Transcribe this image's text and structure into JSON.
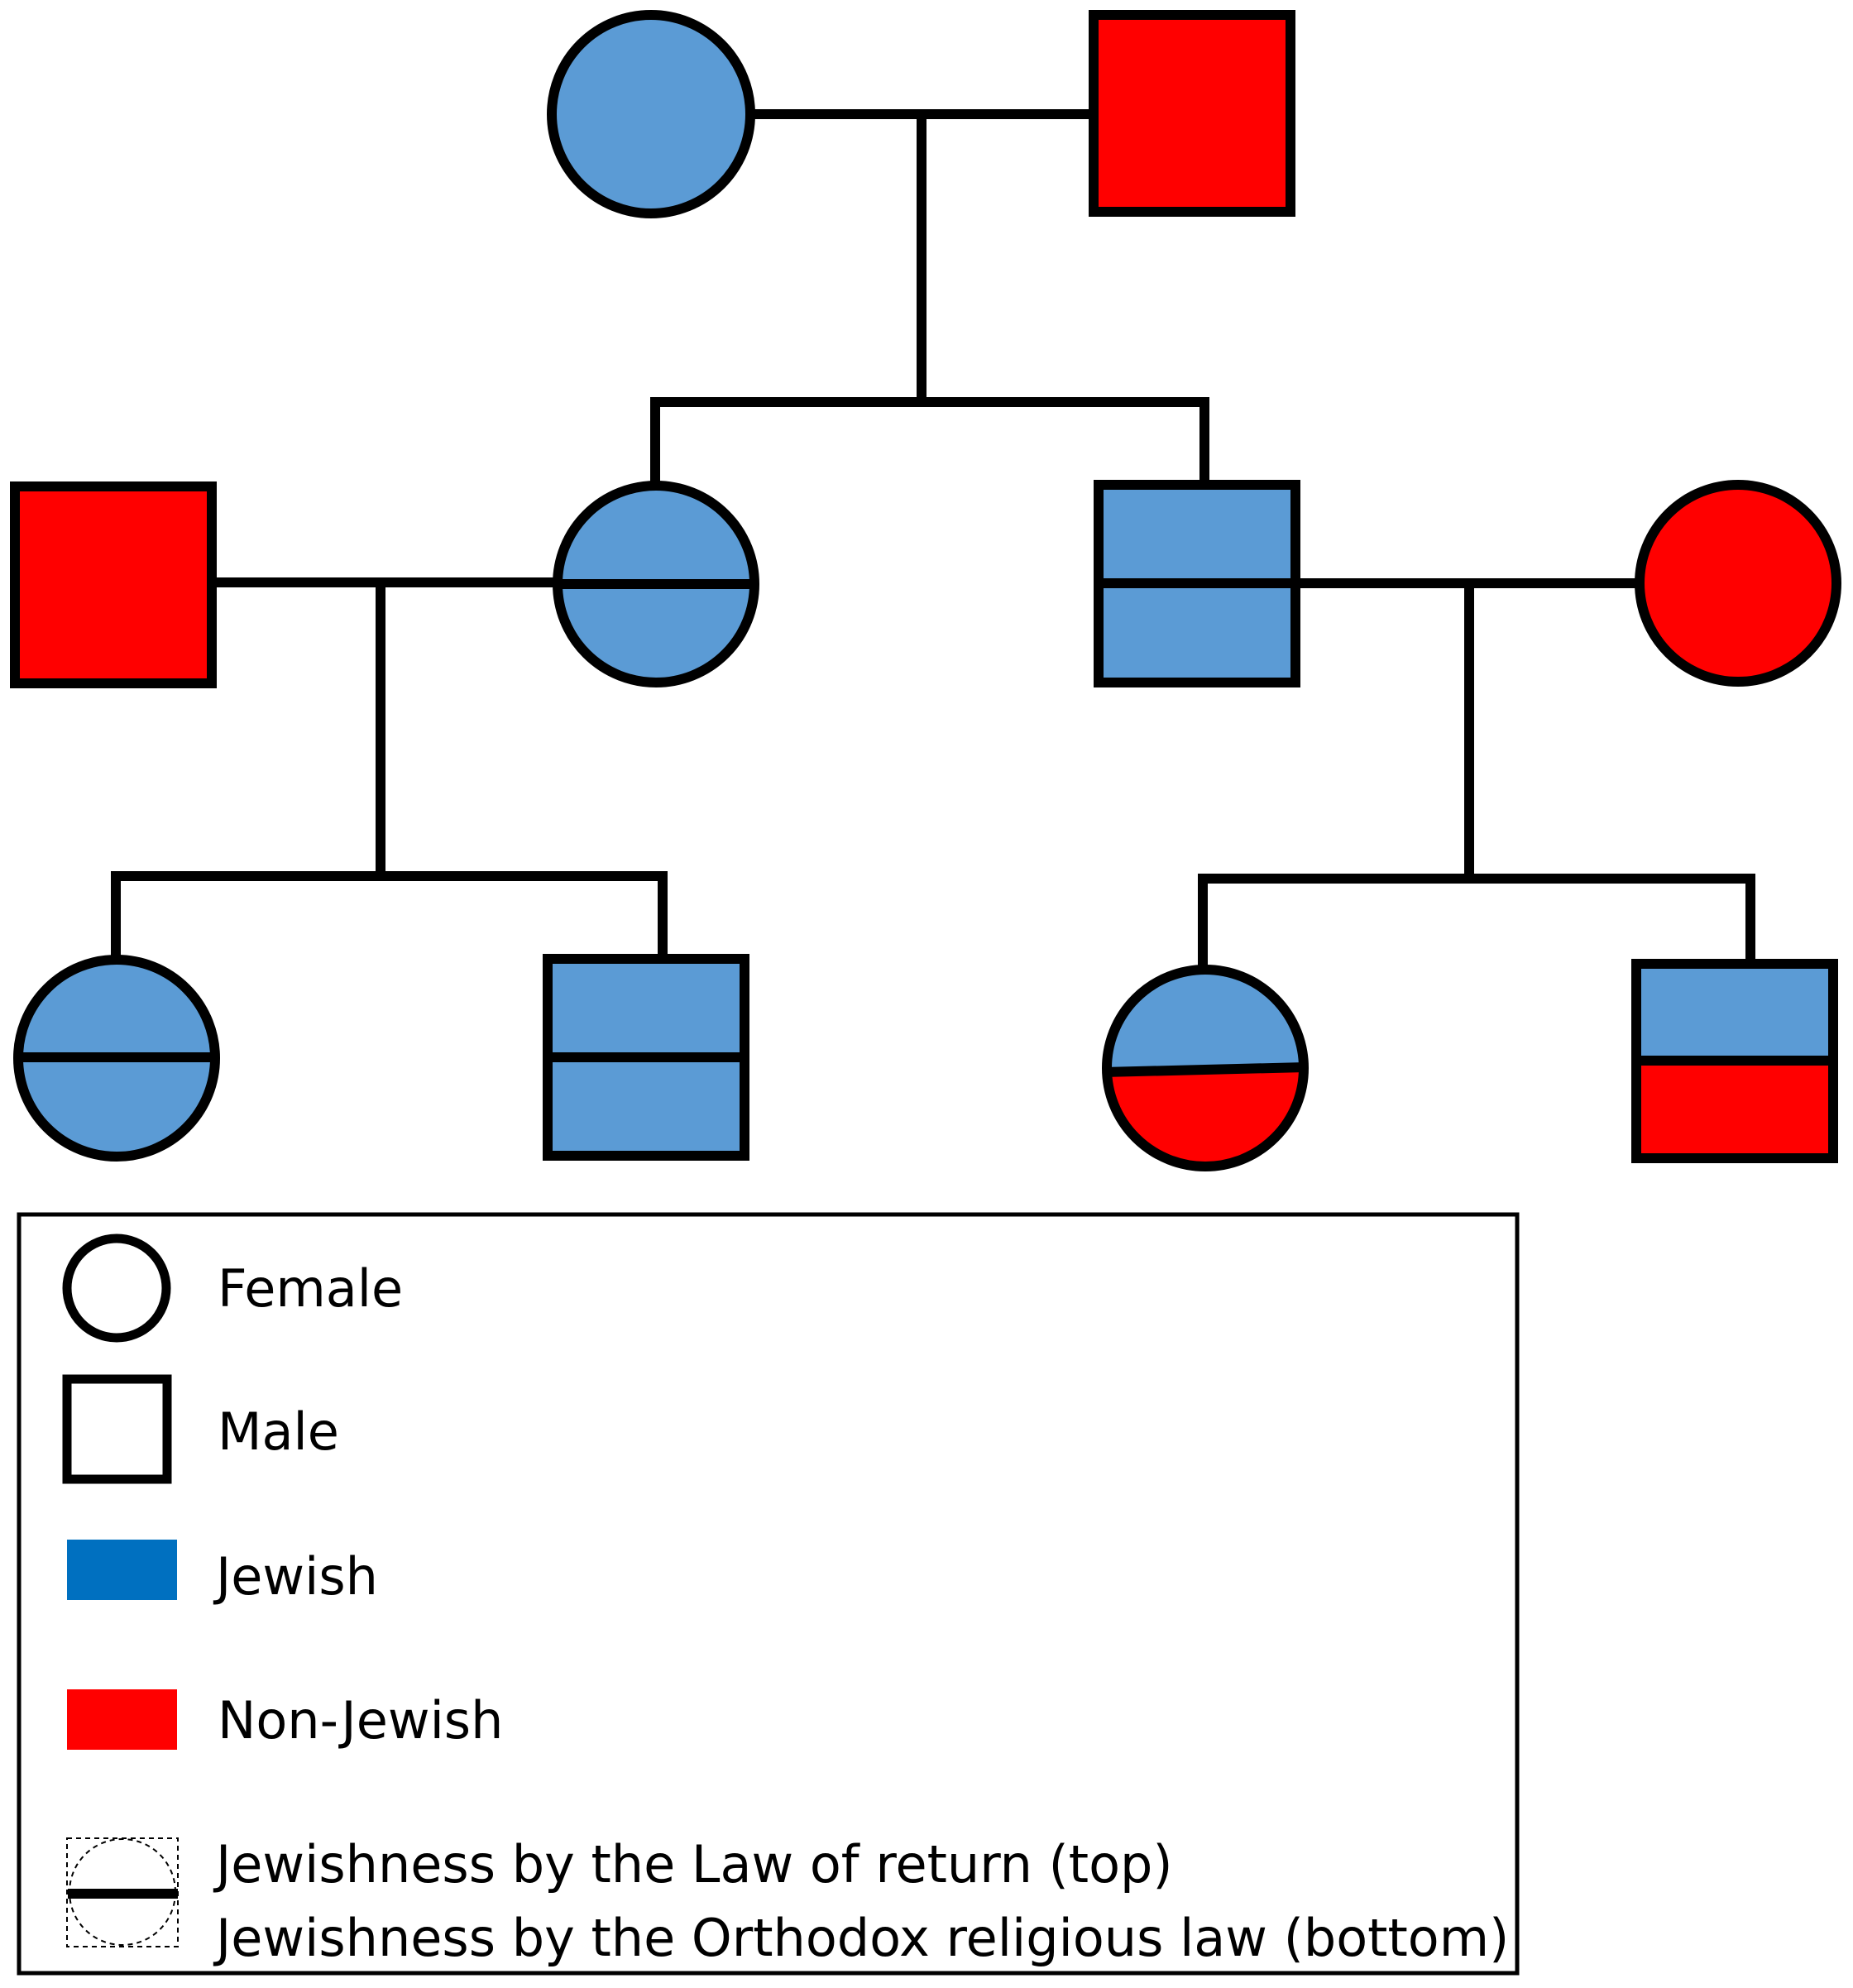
{
  "colors": {
    "jewish_fill": "#5b9bd5",
    "non_jewish_fill": "#ff0000",
    "legend_jewish_swatch": "#0070c0",
    "legend_non_jewish_swatch": "#ff0000",
    "stroke": "#000000"
  },
  "individuals": [
    {
      "id": "gen1-grandmother",
      "sex": "female",
      "generation": 1,
      "status": "Jewish",
      "split": false
    },
    {
      "id": "gen1-grandfather",
      "sex": "male",
      "generation": 1,
      "status": "Non-Jewish",
      "split": false
    },
    {
      "id": "gen2-daughter",
      "sex": "female",
      "generation": 2,
      "status": "Jewish",
      "split": true,
      "top": "Jewish",
      "bottom": "Jewish"
    },
    {
      "id": "gen2-daughter-spouse",
      "sex": "male",
      "generation": 2,
      "status": "Non-Jewish",
      "split": false
    },
    {
      "id": "gen2-son",
      "sex": "male",
      "generation": 2,
      "status": "Jewish",
      "split": true,
      "top": "Jewish",
      "bottom": "Jewish"
    },
    {
      "id": "gen2-son-spouse",
      "sex": "female",
      "generation": 2,
      "status": "Non-Jewish",
      "split": false
    },
    {
      "id": "gen3-daughter-of-daughter",
      "sex": "female",
      "generation": 3,
      "status": "Jewish",
      "split": true,
      "top": "Jewish",
      "bottom": "Jewish"
    },
    {
      "id": "gen3-son-of-daughter",
      "sex": "male",
      "generation": 3,
      "status": "Jewish",
      "split": true,
      "top": "Jewish",
      "bottom": "Jewish"
    },
    {
      "id": "gen3-daughter-of-son",
      "sex": "female",
      "generation": 3,
      "status": "Mixed",
      "split": true,
      "top": "Jewish",
      "bottom": "Non-Jewish"
    },
    {
      "id": "gen3-son-of-son",
      "sex": "male",
      "generation": 3,
      "status": "Mixed",
      "split": true,
      "top": "Jewish",
      "bottom": "Non-Jewish"
    }
  ],
  "legend": {
    "female_label": "Female",
    "male_label": "Male",
    "jewish_label": "Jewish",
    "non_jewish_label": "Non-Jewish",
    "split_label_top": "Jewishness by the Law of return (top)",
    "split_label_bottom": "Jewishness by the Orthodox religious law (bottom)"
  }
}
